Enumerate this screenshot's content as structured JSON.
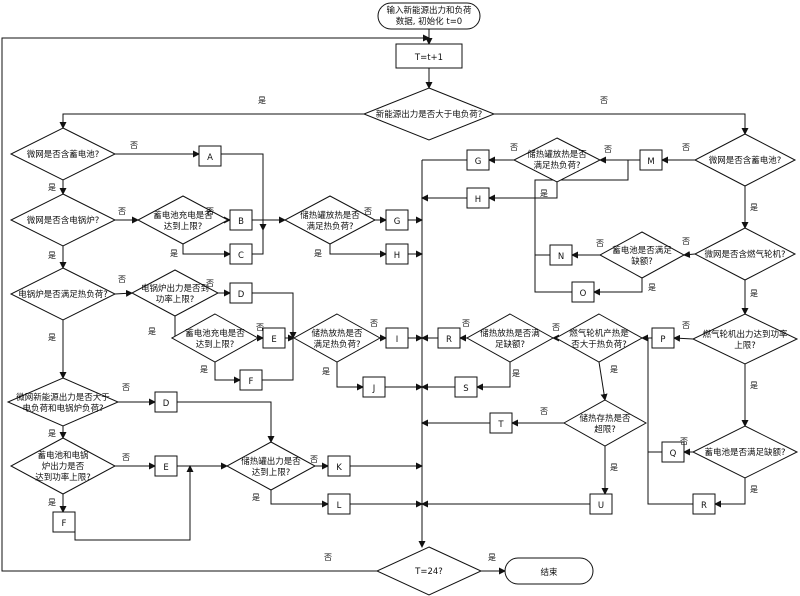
{
  "start": [
    "输入新能源出力和负荷",
    "数据, 初始化 t=0"
  ],
  "increment": "T=t+1",
  "end": "结束",
  "yes": "是",
  "no": "否",
  "decisions": {
    "d1": [
      "新能源出力是否大于电负荷?"
    ],
    "L1": [
      "微网是否含蓄电池?"
    ],
    "L2": [
      "微网是否含电锅炉?"
    ],
    "L3": [
      "蓄电池充电是否",
      "达到上限?"
    ],
    "L4": [
      "储热罐放热是否",
      "满足热负荷?"
    ],
    "L5": [
      "电锅炉是否满足热负荷?"
    ],
    "L6": [
      "电锅炉出力是否到",
      "功率上限?"
    ],
    "L7": [
      "蓄电池充电是否",
      "达到上限?"
    ],
    "L8": [
      "储热放热是否",
      "满足热负荷?"
    ],
    "L9": [
      "微网新能源出力是否大于",
      "电负荷和电锅炉负荷?"
    ],
    "L10": [
      "蓄电池和电锅",
      "炉出力是否",
      "达到功率上限?"
    ],
    "L11": [
      "储热罐出力是否",
      "达到上限?"
    ],
    "R1": [
      "微网是否含蓄电池?"
    ],
    "R2": [
      "储热罐放热是否",
      "满足热负荷?"
    ],
    "R3": [
      "微网是否含燃气轮机?"
    ],
    "R4": [
      "蓄电池是否满足",
      "缺额?"
    ],
    "R5": [
      "燃气轮机出力达到功率",
      "上限?"
    ],
    "R6": [
      "燃气轮机产热是",
      "否大于热负荷?"
    ],
    "R7": [
      "储热放热是否满",
      "足缺额?"
    ],
    "R8": [
      "储热存热是否",
      "超限?"
    ],
    "R9": [
      "蓄电池是否满足缺额?"
    ],
    "d_end": [
      "T=24?"
    ]
  },
  "boxes": {
    "A": "A",
    "B": "B",
    "C": "C",
    "G1": "G",
    "H1": "H",
    "D1": "D",
    "E1": "E",
    "F1": "F",
    "I": "I",
    "J": "J",
    "D2": "D",
    "E2": "E",
    "F2": "F",
    "K": "K",
    "L": "L",
    "G2": "G",
    "H2": "H",
    "M": "M",
    "N": "N",
    "O": "O",
    "P": "P",
    "R1": "R",
    "S": "S",
    "T": "T",
    "U": "U",
    "Q": "Q",
    "R2": "R"
  }
}
